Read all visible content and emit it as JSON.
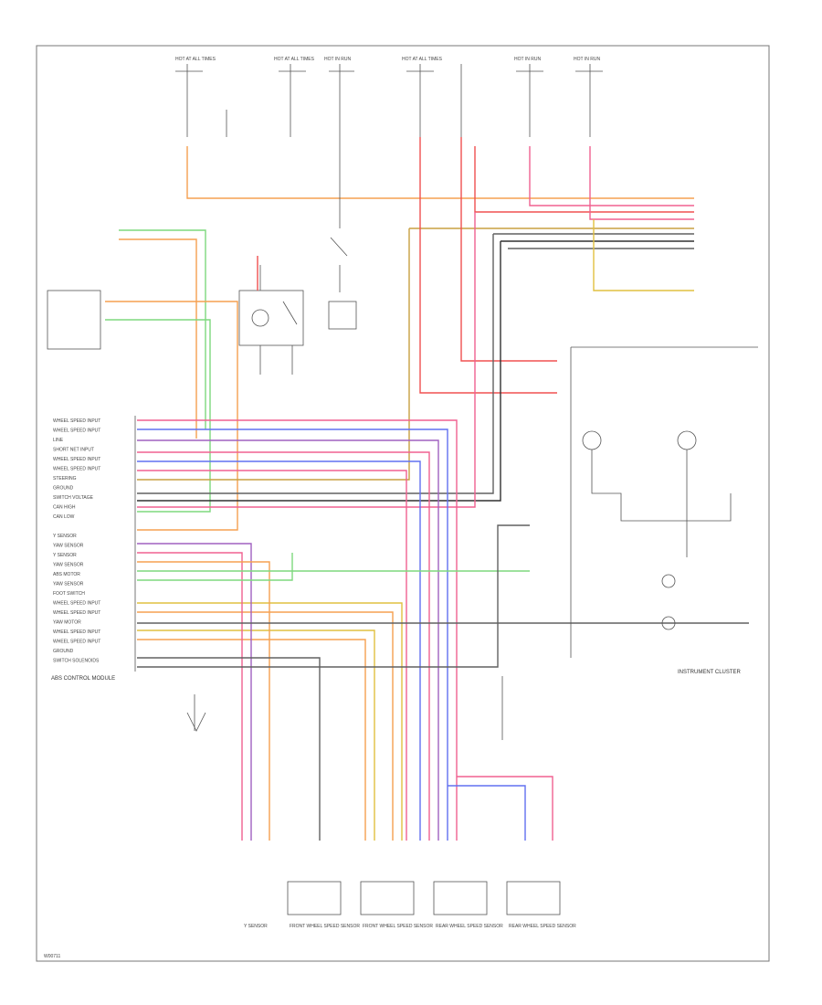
{
  "diagram": {
    "module_labels": {
      "left_pins": [
        "WHEEL SPEED INPUT",
        "WHEEL SPEED INPUT",
        "LINE",
        "SHORT NET INPUT",
        "WHEEL SPEED INPUT",
        "WHEEL SPEED INPUT",
        "STEERING",
        "GROUND",
        "SWITCH VOLTAGE",
        "CAN HIGH",
        "CAN LOW",
        "",
        "Y SENSOR",
        "YAW SENSOR",
        "Y SENSOR",
        "YAW SENSOR",
        "ABS MOTOR",
        "YAW SENSOR",
        "FOOT SWITCH",
        "WHEEL SPEED INPUT",
        "WHEEL SPEED INPUT",
        "YAW MOTOR",
        "WHEEL SPEED INPUT",
        "WHEEL SPEED INPUT",
        "GROUND",
        "SWITCH SOLENOIDS"
      ],
      "module_name": "ABS CONTROL MODULE",
      "cluster": "INSTRUMENT CLUSTER",
      "footer_code": "W00711"
    },
    "connectors_top": [
      "HOT AT ALL TIMES",
      "HOT AT ALL TIMES",
      "HOT IN RUN",
      "HOT AT ALL TIMES",
      "HOT IN RUN",
      "HOT IN RUN"
    ],
    "sensors_bottom": [
      "Y SENSOR",
      "FRONT WHEEL SPEED SENSOR",
      "FRONT WHEEL SPEED SENSOR",
      "REAR WHEEL SPEED SENSOR",
      "REAR WHEEL SPEED SENSOR"
    ],
    "colors": {
      "orange": "#f5a050",
      "green": "#7ed87e",
      "red": "#f05050",
      "pink": "#f06090",
      "blue": "#6070f0",
      "olive": "#c8a040",
      "gray": "#606060",
      "dark": "#303030",
      "purple": "#a060c0",
      "yellow": "#e0c040"
    }
  }
}
